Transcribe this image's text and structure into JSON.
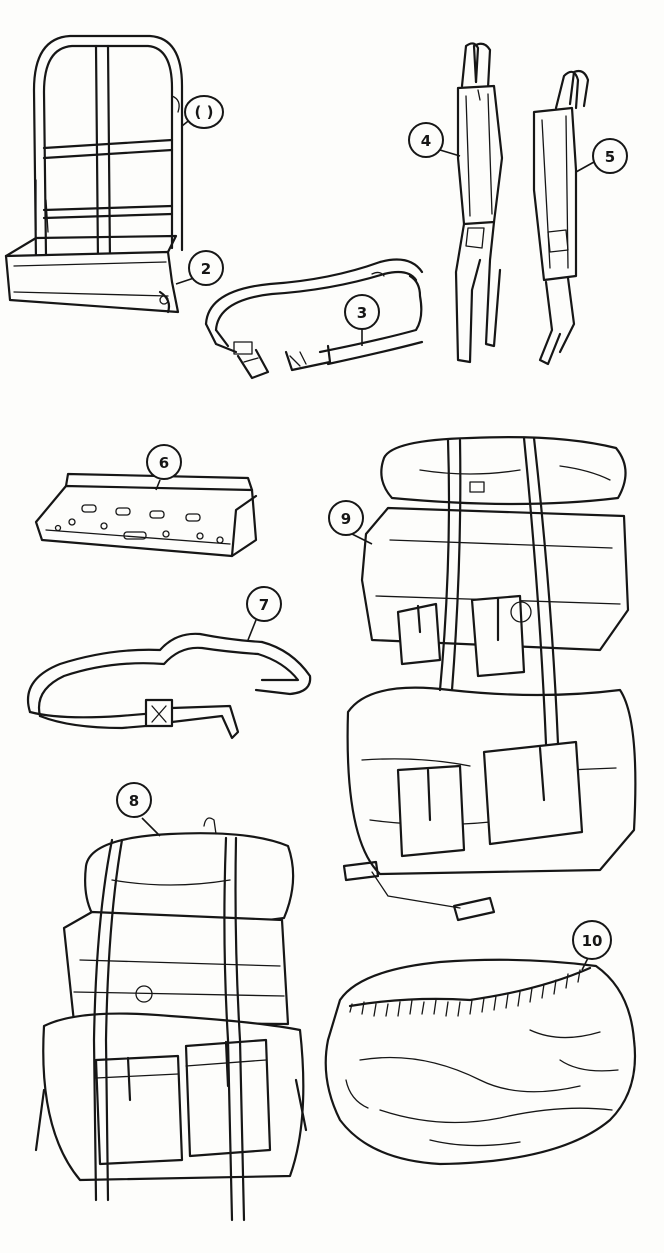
{
  "callouts": [
    {
      "id": "1",
      "label": "( )",
      "item": "frame"
    },
    {
      "id": "2",
      "label": "2",
      "item": "cargo-support-shelf"
    },
    {
      "id": "3",
      "label": "3",
      "item": "waist-belt"
    },
    {
      "id": "4",
      "label": "4",
      "item": "left-shoulder-strap"
    },
    {
      "id": "5",
      "label": "5",
      "item": "right-shoulder-strap"
    },
    {
      "id": "6",
      "label": "6",
      "item": "cargo-shelf"
    },
    {
      "id": "7",
      "label": "7",
      "item": "cargo-tie-down-strap"
    },
    {
      "id": "8",
      "label": "8",
      "item": "medium-field-pack"
    },
    {
      "id": "9",
      "label": "9",
      "item": "large-field-pack"
    },
    {
      "id": "10",
      "label": "10",
      "item": "waterproof-bag"
    }
  ]
}
